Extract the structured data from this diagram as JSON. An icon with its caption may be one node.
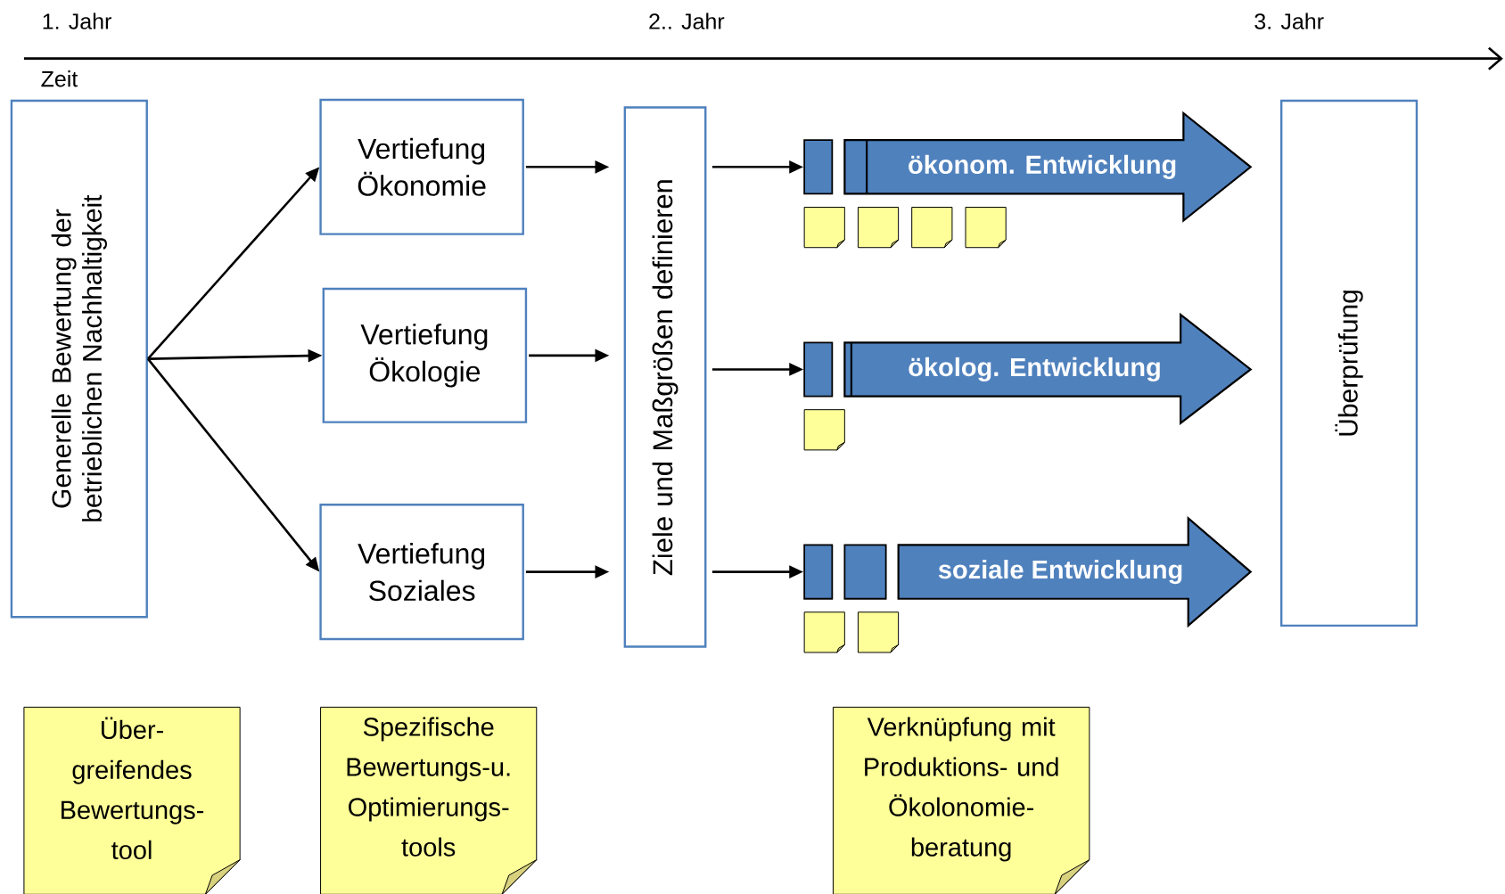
{
  "diagram": {
    "nodes": [
      {
        "text": [
          "Generelle Bewertung der betrieblichen Nachhaltigkeit"
        ]
      },
      {
        "text": [
          "Vertiefung Ökonomie"
        ]
      },
      {
        "text": [
          "Vertiefung Ökologie"
        ]
      },
      {
        "text": [
          "Vertiefung Soziales"
        ]
      },
      {
        "text": [
          "Ziele und Maßgrößen definieren"
        ]
      },
      {
        "text": [],
        "shape": "box"
      },
      {
        "text": [
          "ökonom. Entwicklung"
        ]
      },
      {
        "text": [],
        "shape": "note"
      },
      {
        "text": [],
        "shape": "note"
      },
      {
        "text": [],
        "shape": "note"
      },
      {
        "text": [],
        "shape": "note"
      },
      {
        "text": [],
        "shape": "box"
      },
      {
        "text": [
          "ökolog. Entwicklung"
        ]
      },
      {
        "text": [],
        "shape": "note"
      },
      {
        "text": [],
        "shape": "box"
      },
      {
        "text": [],
        "shape": "box"
      },
      {
        "text": [
          "soziale Entwicklung"
        ]
      },
      {
        "text": [],
        "shape": "note"
      },
      {
        "text": [],
        "shape": "note"
      },
      {
        "text": [
          "Überprüfung"
        ]
      },
      {
        "text": [
          "Über- greifendes Bewertungs- tool"
        ]
      },
      {
        "text": [
          "Spezifische Bewertungs-u. Optimierungs- tools"
        ]
      },
      {
        "text": [
          "Verknüpfung mit Produktions- und Ökolonomie- beratung"
        ]
      }
    ],
    "edges": [
      {
        "from": 0,
        "to": 1,
        "arrow": "to"
      },
      {
        "from": 0,
        "to": 2,
        "arrow": "to"
      },
      {
        "from": 0,
        "to": 3,
        "arrow": "to"
      },
      {
        "from": 1,
        "to": 4,
        "arrow": "to"
      },
      {
        "from": 2,
        "to": 4,
        "arrow": "to"
      },
      {
        "from": 3,
        "to": 4,
        "arrow": "to"
      },
      {
        "from": 4,
        "to": 5,
        "arrow": "to"
      },
      {
        "from": 4,
        "to": 11,
        "arrow": "to"
      },
      {
        "from": 4,
        "to": 14,
        "arrow": "to"
      }
    ],
    "labels": [
      "1. Jahr",
      "2.. Jahr",
      "3. Jahr",
      "Zeit"
    ]
  }
}
